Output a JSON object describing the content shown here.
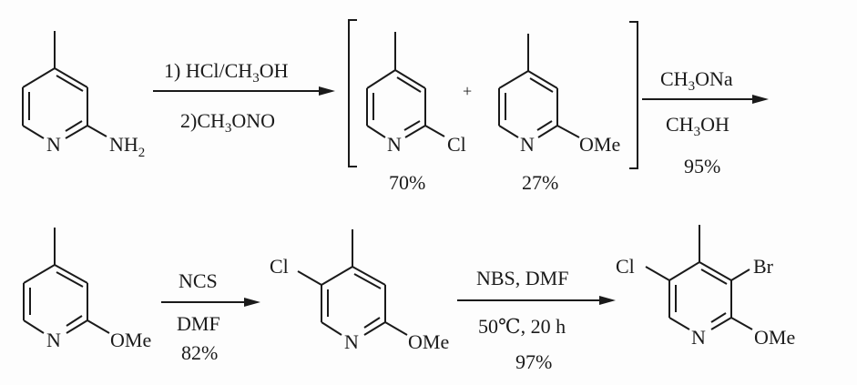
{
  "scheme": {
    "row1": {
      "starting_material": {
        "name": "2-amino-4-methylpyridine",
        "atoms": {
          "n": "N",
          "substituent": "NH",
          "substituent_sub": "2"
        }
      },
      "step1": {
        "line1": "1) HCl/CH",
        "line1_sub": "3",
        "line1_tail": "OH",
        "line2": "2)CH",
        "line2_sub": "3",
        "line2_tail": "ONO"
      },
      "mixture": {
        "plus": "+",
        "product_a": {
          "n": "N",
          "substituent": "Cl",
          "yield": "70%"
        },
        "product_b": {
          "n": "N",
          "substituent": "OMe",
          "yield": "27%"
        }
      },
      "step2": {
        "line1": "CH",
        "line1_sub": "3",
        "line1_tail": "ONa",
        "line2": "CH",
        "line2_sub": "3",
        "line2_tail": "OH",
        "yield": "95%"
      }
    },
    "row2": {
      "mol4": {
        "n": "N",
        "substituent": "OMe"
      },
      "step3": {
        "line1": "NCS",
        "line2": "DMF",
        "yield": "82%"
      },
      "mol5": {
        "n": "N",
        "cl": "Cl",
        "substituent": "OMe"
      },
      "step4": {
        "line1": "NBS, DMF",
        "line2": "50℃, 20 h",
        "yield": "97%"
      },
      "mol6": {
        "n": "N",
        "cl": "Cl",
        "br": "Br",
        "substituent": "OMe"
      }
    }
  }
}
